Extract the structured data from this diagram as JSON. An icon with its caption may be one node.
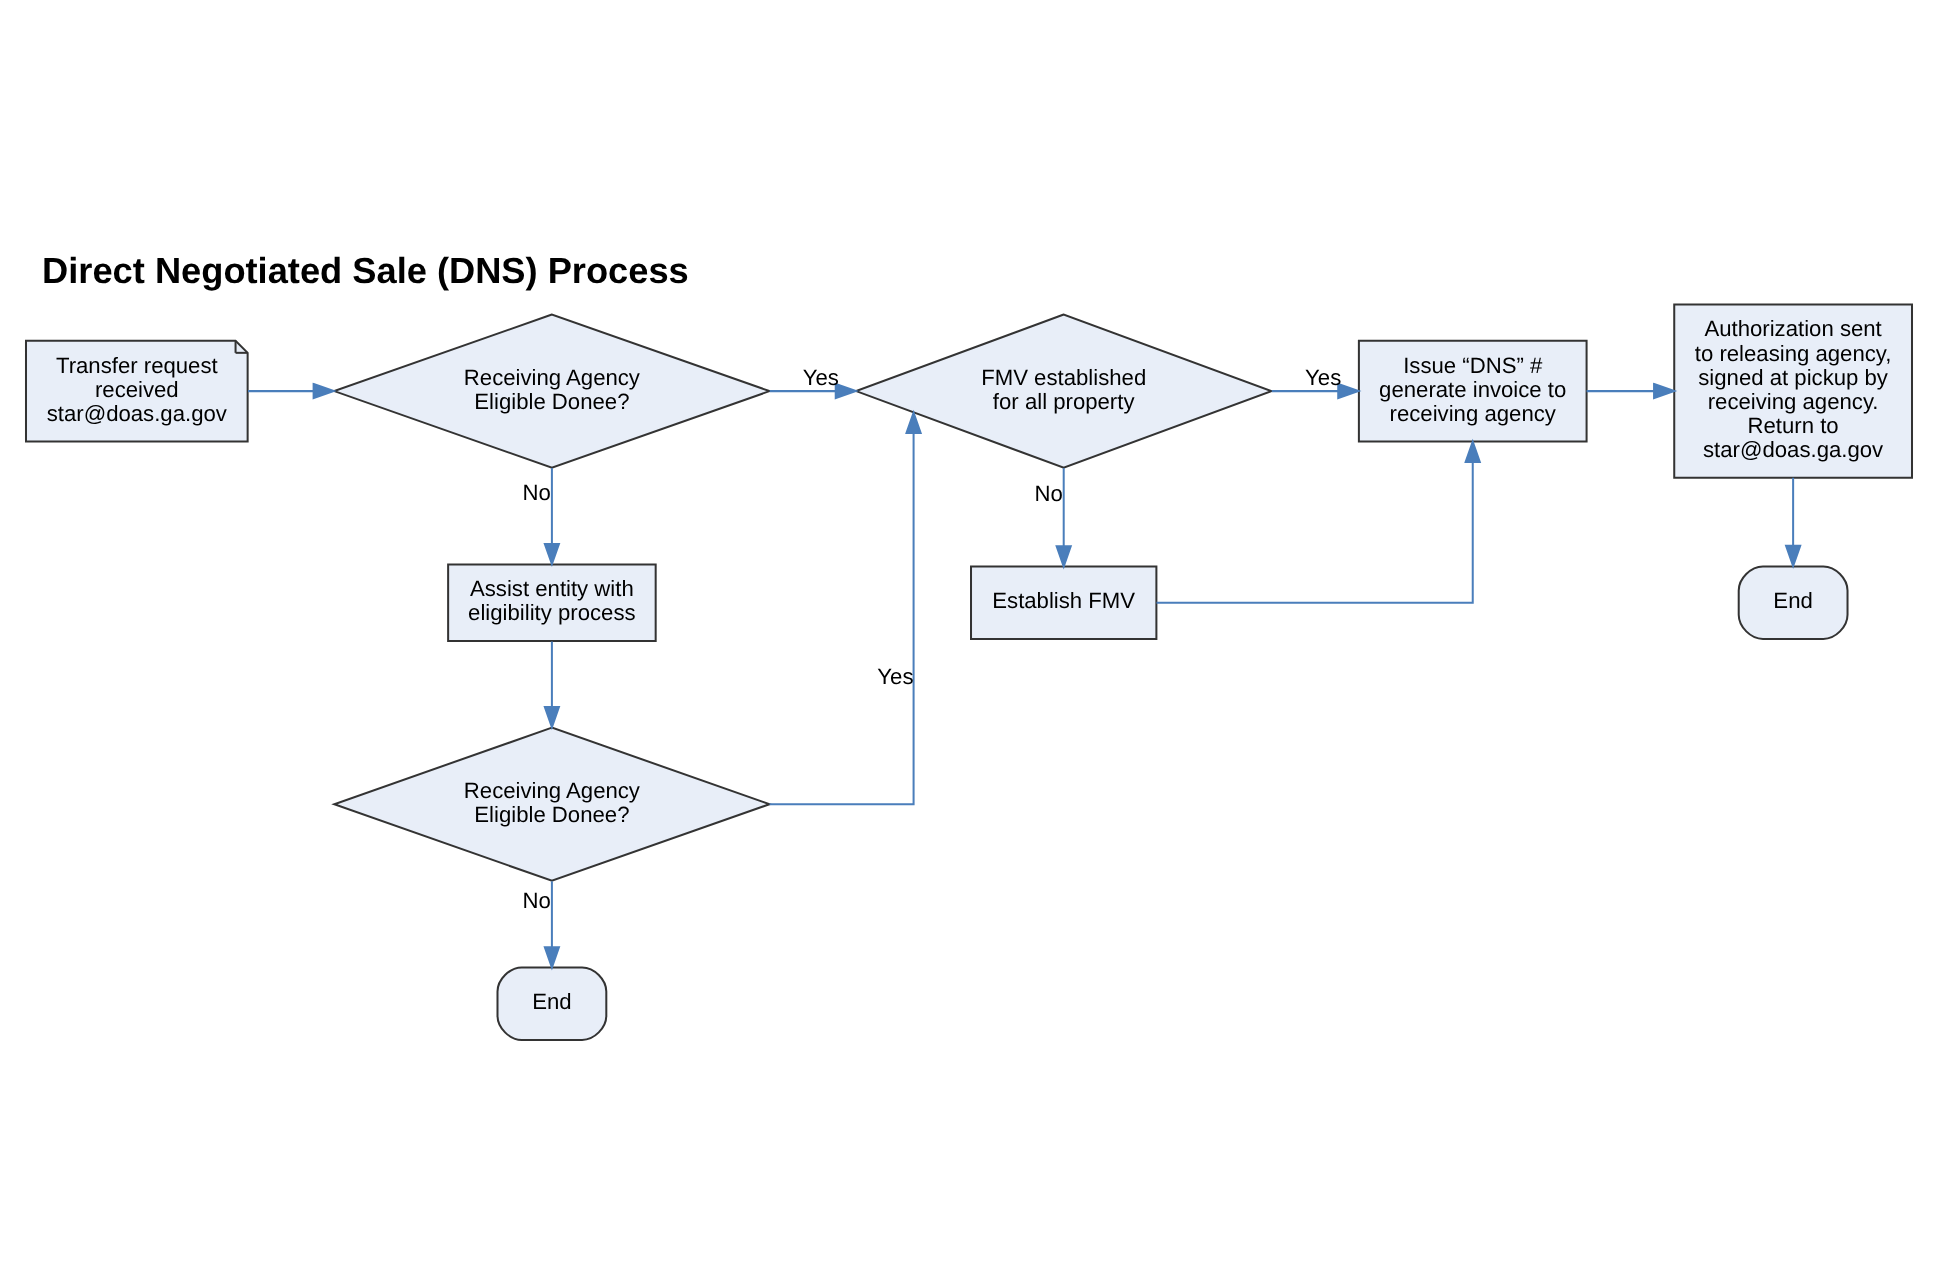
{
  "diagram": {
    "title": "Direct Negotiated Sale (DNS) Process",
    "nodes": [
      {
        "text": [
          "Transfer request received star@doas.ga.gov"
        ]
      },
      {
        "text": [
          "Receiving Agency Eligible Donee?"
        ]
      },
      {
        "text": [
          "Assist entity with eligibility process"
        ]
      },
      {
        "text": [
          "Receiving Agency Eligible Donee?"
        ]
      },
      {
        "text": [
          "End"
        ]
      },
      {
        "text": [
          "FMV established for all property"
        ]
      },
      {
        "text": [
          "Establish FMV"
        ]
      },
      {
        "text": [
          "Issue “DNS” # generate invoice to receiving agency"
        ]
      },
      {
        "text": [
          "Authorization sent to releasing agency, signed at pickup by receiving agency. Return to star@doas.ga.gov"
        ]
      },
      {
        "text": [
          "End"
        ]
      }
    ],
    "edges": [
      {
        "from": 0,
        "to": 1,
        "arrow": "to"
      },
      {
        "from": 1,
        "to": 5,
        "arrow": "to",
        "label": "Yes"
      },
      {
        "from": 1,
        "to": 2,
        "arrow": "to",
        "label": "No"
      },
      {
        "from": 2,
        "to": 3,
        "arrow": "to"
      },
      {
        "from": 3,
        "to": 5,
        "arrow": "to",
        "label": "Yes"
      },
      {
        "from": 3,
        "to": 4,
        "arrow": "to",
        "label": "No"
      },
      {
        "from": 5,
        "to": 7,
        "arrow": "to",
        "label": "Yes"
      },
      {
        "from": 5,
        "to": 6,
        "arrow": "to",
        "label": "No"
      },
      {
        "from": 6,
        "to": 7,
        "arrow": "to"
      },
      {
        "from": 7,
        "to": 8,
        "arrow": "to"
      },
      {
        "from": 8,
        "to": 9,
        "arrow": "to"
      }
    ]
  }
}
